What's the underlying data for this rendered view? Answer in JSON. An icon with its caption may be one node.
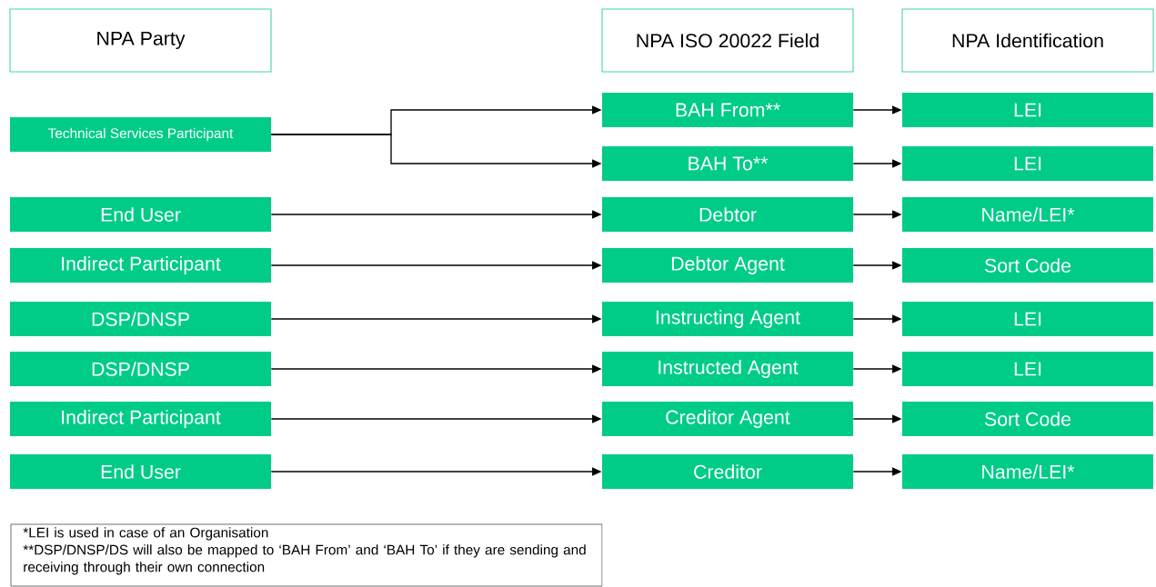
{
  "diagram": {
    "nodes": [
      {
        "text": [
          "NPA Party"
        ]
      },
      {
        "text": [
          "NPA ISO 20022 Field"
        ]
      },
      {
        "text": [
          "NPA Identification"
        ]
      },
      {
        "text": [
          "Technical Services Participant"
        ]
      },
      {
        "text": [
          "End User"
        ]
      },
      {
        "text": [
          "Indirect Participant"
        ]
      },
      {
        "text": [
          "DSP/DNSP"
        ]
      },
      {
        "text": [
          "DSP/DNSP"
        ]
      },
      {
        "text": [
          "Indirect Participant"
        ]
      },
      {
        "text": [
          "End User"
        ]
      },
      {
        "text": [
          "BAH From**"
        ]
      },
      {
        "text": [
          "BAH To**"
        ]
      },
      {
        "text": [
          "Debtor"
        ]
      },
      {
        "text": [
          "Debtor Agent"
        ]
      },
      {
        "text": [
          "Instructing Agent"
        ]
      },
      {
        "text": [
          "Instructed Agent"
        ]
      },
      {
        "text": [
          "Creditor Agent"
        ]
      },
      {
        "text": [
          "Creditor"
        ]
      },
      {
        "text": [
          "LEI"
        ]
      },
      {
        "text": [
          "LEI"
        ]
      },
      {
        "text": [
          "Name/LEI*"
        ]
      },
      {
        "text": [
          "Sort Code"
        ]
      },
      {
        "text": [
          "LEI"
        ]
      },
      {
        "text": [
          "LEI"
        ]
      },
      {
        "text": [
          "Sort Code"
        ]
      },
      {
        "text": [
          "Name/LEI*"
        ]
      },
      {
        "text": [
          "*LEI is used in case of an Organisation",
          "**DSP/DNSP/DS will also be mapped to ‘BAH From’ and ‘BAH To’ if they are sending and receiving through their own connection"
        ]
      }
    ],
    "edges": [
      {
        "from": 3,
        "to": 10,
        "arrow": "to"
      },
      {
        "from": 3,
        "to": 11,
        "arrow": "to"
      },
      {
        "from": 4,
        "to": 12,
        "arrow": "to"
      },
      {
        "from": 5,
        "to": 13,
        "arrow": "to"
      },
      {
        "from": 6,
        "to": 14,
        "arrow": "to"
      },
      {
        "from": 7,
        "to": 15,
        "arrow": "to"
      },
      {
        "from": 8,
        "to": 16,
        "arrow": "to"
      },
      {
        "from": 9,
        "to": 17,
        "arrow": "to"
      },
      {
        "from": 10,
        "to": 18,
        "arrow": "to"
      },
      {
        "from": 11,
        "to": 19,
        "arrow": "to"
      },
      {
        "from": 12,
        "to": 20,
        "arrow": "to"
      },
      {
        "from": 13,
        "to": 21,
        "arrow": "to"
      },
      {
        "from": 14,
        "to": 22,
        "arrow": "to"
      },
      {
        "from": 15,
        "to": 23,
        "arrow": "to"
      },
      {
        "from": 16,
        "to": 24,
        "arrow": "to"
      },
      {
        "from": 17,
        "to": 25,
        "arrow": "to"
      }
    ]
  }
}
